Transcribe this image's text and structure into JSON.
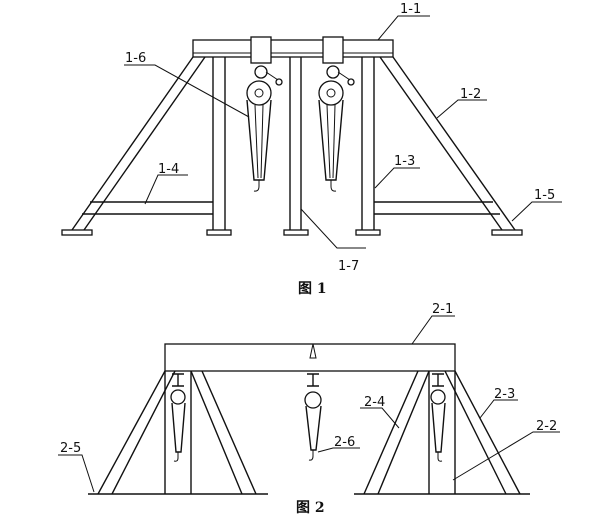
{
  "figure1": {
    "caption": "图 1",
    "labels": {
      "l11": "1-1",
      "l12": "1-2",
      "l13": "1-3",
      "l14": "1-4",
      "l15": "1-5",
      "l16": "1-6",
      "l17": "1-7"
    }
  },
  "figure2": {
    "caption": "图 2",
    "labels": {
      "l21": "2-1",
      "l22": "2-2",
      "l23": "2-3",
      "l24": "2-4",
      "l25": "2-5",
      "l26": "2-6"
    }
  }
}
